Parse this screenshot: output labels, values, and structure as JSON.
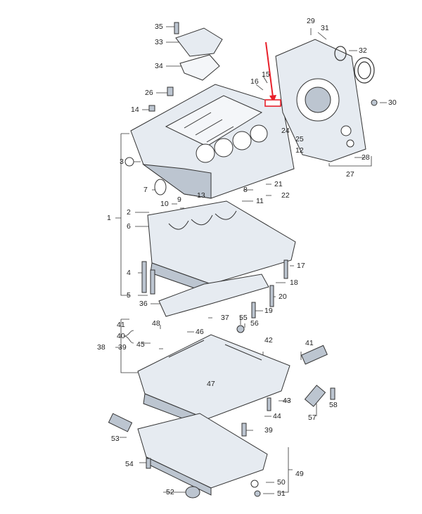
{
  "labels": {
    "n1": "1",
    "n2": "2",
    "n3": "3",
    "n4": "4",
    "n5": "5",
    "n6": "6",
    "n7": "7",
    "n8": "8",
    "n9": "9",
    "n10": "10",
    "n11": "11",
    "n12": "12",
    "n13": "13",
    "n14": "14",
    "n15": "15",
    "n16": "16",
    "n17": "17",
    "n18": "18",
    "n19": "19",
    "n20": "20",
    "n21": "21",
    "n22": "22",
    "n24": "24",
    "n25": "25",
    "n26": "26",
    "n27": "27",
    "n28": "28",
    "n29": "29",
    "n30": "30",
    "n31": "31",
    "n32": "32",
    "n33": "33",
    "n34": "34",
    "n35": "35",
    "n36": "36",
    "n37": "37",
    "n38": "38",
    "n39a": "39",
    "n39b": "39",
    "n40": "40",
    "n41a": "41",
    "n41b": "41",
    "n42": "42",
    "n43": "43",
    "n44": "44",
    "n45": "45",
    "n46": "46",
    "n47": "47",
    "n48": "48",
    "n49": "49",
    "n50": "50",
    "n51": "51",
    "n52": "52",
    "n53": "53",
    "n54": "54",
    "n55": "55",
    "n56": "56",
    "n57": "57",
    "n58": "58"
  },
  "colors": {
    "line": "#333333",
    "part_fill": "#e6ebf1",
    "part_shade": "#bcc5d0",
    "highlight": "#e8202a"
  }
}
